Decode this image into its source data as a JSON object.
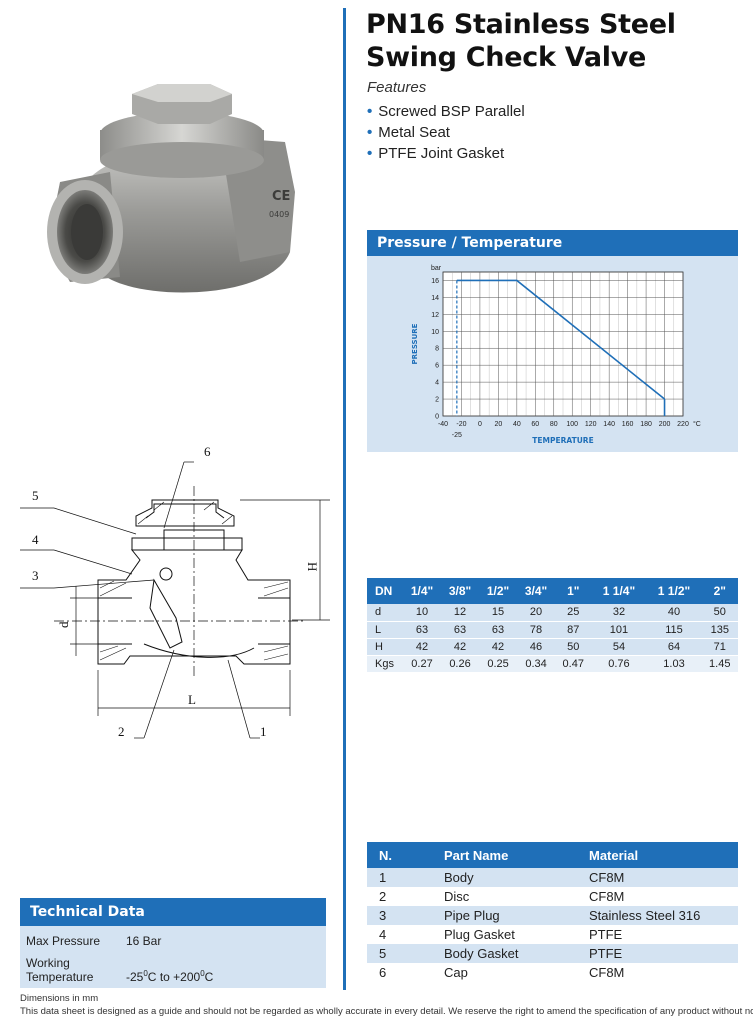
{
  "title_line1": "PN16 Stainless Steel",
  "title_line2": "Swing Check Valve",
  "features_label": "Features",
  "features": [
    "Screwed BSP Parallel",
    "Metal Seat",
    "PTFE Joint Gasket"
  ],
  "product_mark": "CE",
  "product_code": "0409",
  "drawing_labels": {
    "n1": "1",
    "n2": "2",
    "n3": "3",
    "n4": "4",
    "n5": "5",
    "n6": "6",
    "d": "d",
    "L": "L",
    "H": "H"
  },
  "pt_header": "Pressure / Temperature",
  "chart_data": {
    "type": "line",
    "x": [
      -25,
      -25,
      40,
      200,
      200
    ],
    "y": [
      0,
      16,
      16,
      2,
      0
    ],
    "xlabel": "TEMPERATURE",
    "ylabel": "PRESSURE",
    "y_unit": "bar",
    "x_unit": "°C",
    "xlim": [
      -40,
      220
    ],
    "ylim": [
      0,
      17
    ],
    "x_ticks": [
      "-40",
      "-20",
      "0",
      "20",
      "40",
      "60",
      "80",
      "100",
      "120",
      "140",
      "160",
      "180",
      "200",
      "220"
    ],
    "y_ticks": [
      "0",
      "2",
      "4",
      "6",
      "8",
      "10",
      "12",
      "14",
      "16"
    ],
    "extra_tick": "-25",
    "grid": true,
    "line_color": "#1f6fb8",
    "fill_color": "#d4e3f2"
  },
  "dimensions": {
    "headers": [
      "DN",
      "1/4\"",
      "3/8\"",
      "1/2\"",
      "3/4\"",
      "1\"",
      "1 1/4\"",
      "1 1/2\"",
      "2\""
    ],
    "rows": [
      [
        "d",
        "10",
        "12",
        "15",
        "20",
        "25",
        "32",
        "40",
        "50"
      ],
      [
        "L",
        "63",
        "63",
        "63",
        "78",
        "87",
        "101",
        "115",
        "135"
      ],
      [
        "H",
        "42",
        "42",
        "42",
        "46",
        "50",
        "54",
        "64",
        "71"
      ],
      [
        "Kgs",
        "0.27",
        "0.26",
        "0.25",
        "0.34",
        "0.47",
        "0.76",
        "1.03",
        "1.45"
      ]
    ]
  },
  "parts": {
    "headers": [
      "N.",
      "Part Name",
      "Material"
    ],
    "rows": [
      [
        "1",
        "Body",
        "CF8M"
      ],
      [
        "2",
        "Disc",
        "CF8M"
      ],
      [
        "3",
        "Pipe Plug",
        "Stainless Steel 316"
      ],
      [
        "4",
        "Plug Gasket",
        "PTFE"
      ],
      [
        "5",
        "Body Gasket",
        "PTFE"
      ],
      [
        "6",
        "Cap",
        "CF8M"
      ]
    ]
  },
  "tech": {
    "header": "Technical Data",
    "max_pressure_label": "Max Pressure",
    "max_pressure_value": "16 Bar",
    "working_temp_label": "Working Temperature",
    "temp_low": "-25",
    "temp_high": "+200",
    "temp_unit": "C",
    "temp_deg": "0",
    "temp_sep": "to"
  },
  "footer_units": "Dimensions in mm",
  "footer_disclaimer": "This data sheet is designed as a guide and should not be regarded as wholly accurate in every detail. We reserve the right to amend the specification of any product without notice.",
  "colors": {
    "accent": "#1f6fb8",
    "panel": "#d4e3f2"
  }
}
